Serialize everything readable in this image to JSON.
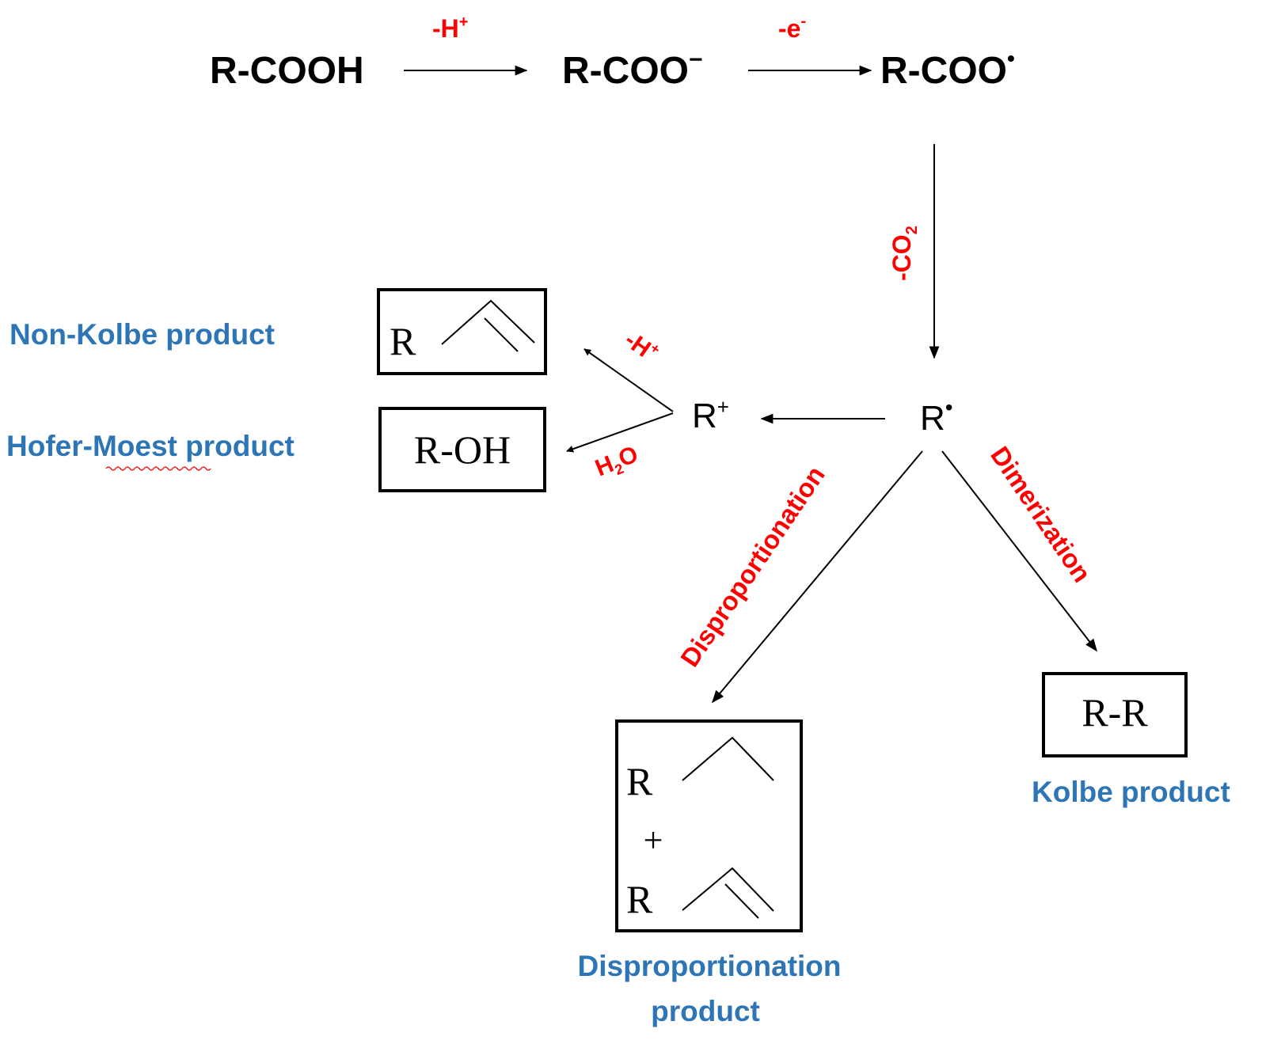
{
  "colors": {
    "reagent_red": "#ff0000",
    "product_label_blue": "#2e75b6",
    "line_black": "#000000"
  },
  "species": {
    "acid": "R-COOH",
    "carboxylate": "R-COO",
    "carboxylate_charge": "−",
    "carboxyl_radical": "R-COO",
    "radical_dot": "•",
    "alkyl_radical": "R",
    "carbocation": "R",
    "plus": "+"
  },
  "reagents": {
    "deprotonation": {
      "main": "-H",
      "sup": "+"
    },
    "oxidation": {
      "main": "-e",
      "sup": "-"
    },
    "decarboxylation": {
      "main": "-CO",
      "sub": "2"
    },
    "elimination": {
      "main": "-H",
      "sup": "+"
    },
    "hydration": {
      "h": "H",
      "sub": "2",
      "o": "O"
    },
    "disproportionation": "Disproportionation",
    "dimerization": "Dimerization"
  },
  "products": {
    "non_kolbe": {
      "label": "Non-Kolbe product",
      "r": "R"
    },
    "hofer_moest": {
      "label_part1": "Hofer-",
      "label_part2": "Moest",
      "label_part3": " product",
      "formula": "R-OH"
    },
    "kolbe": {
      "label": "Kolbe product",
      "formula": "R-R"
    },
    "disproportionation": {
      "label_line1": "Disproportionation",
      "label_line2": "product",
      "r1": "R",
      "plus": "+",
      "r2": "R"
    }
  }
}
